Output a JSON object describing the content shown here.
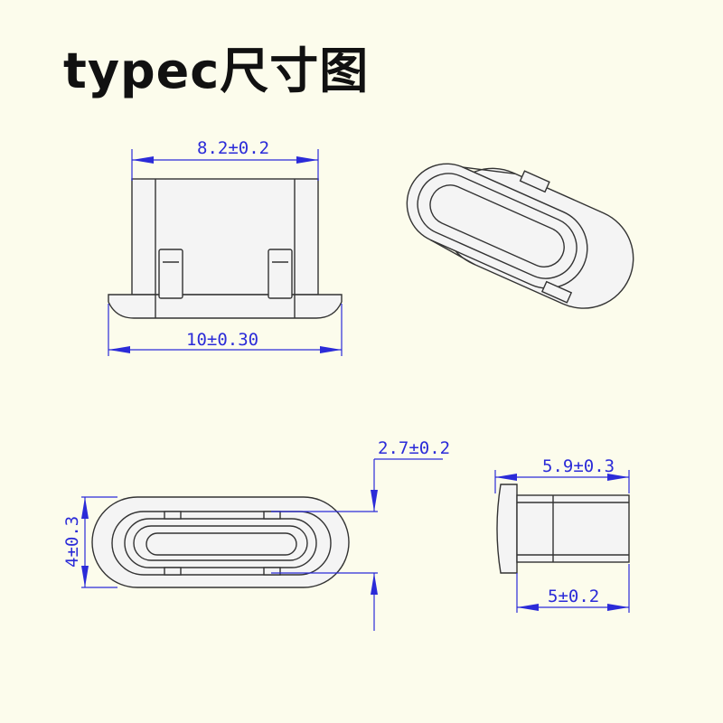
{
  "title": "typec尺寸图",
  "dimensions": {
    "top_width": "8.2±0.2",
    "bottom_width": "10±0.30",
    "slot_offset": "2.7±0.2",
    "height": "4±0.3",
    "side_length": "5.9±0.3",
    "side_body": "5±0.2"
  },
  "colors": {
    "background": "#fcfcec",
    "dimension": "#2b2bd8",
    "outline": "#333333"
  }
}
